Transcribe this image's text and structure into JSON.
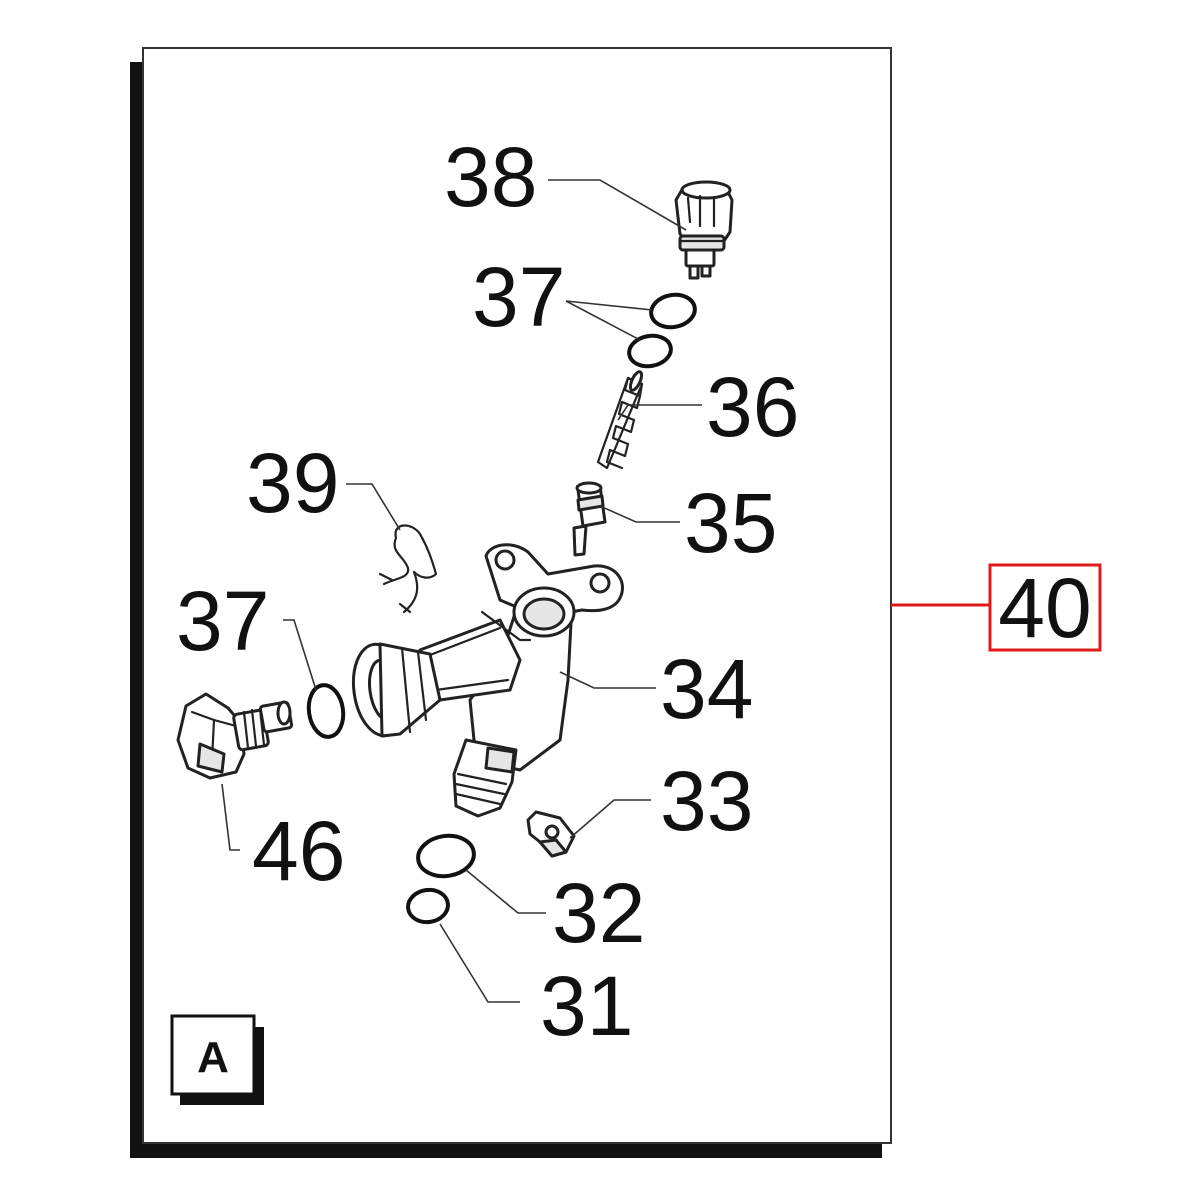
{
  "diagram": {
    "section_label": "A",
    "assembly_callout": "40",
    "assembly_callout_color": "#e01b1b",
    "parts": [
      {
        "number": "38",
        "name": "38"
      },
      {
        "number": "37",
        "name": "37"
      },
      {
        "number": "36",
        "name": "36"
      },
      {
        "number": "35",
        "name": "35"
      },
      {
        "number": "39",
        "name": "39"
      },
      {
        "number": "37",
        "name": "37"
      },
      {
        "number": "34",
        "name": "34"
      },
      {
        "number": "46",
        "name": "46"
      },
      {
        "number": "33",
        "name": "33"
      },
      {
        "number": "32",
        "name": "32"
      },
      {
        "number": "31",
        "name": "31"
      }
    ]
  }
}
